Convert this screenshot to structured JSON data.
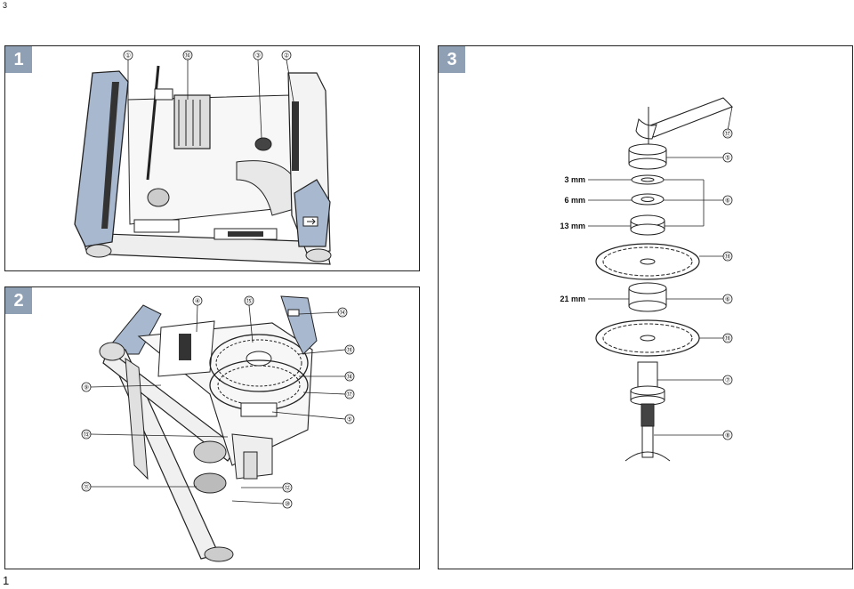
{
  "page": {
    "top_number": "3",
    "bottom_number": "1"
  },
  "figures": [
    {
      "badge": "1",
      "callouts": [
        "①",
        "⑯",
        "③",
        "②"
      ]
    },
    {
      "badge": "2",
      "callouts": [
        "④",
        "⑮",
        "⑭",
        "⑲",
        "⑱",
        "⑰",
        "⑨",
        "⑤",
        "⑬",
        "⑪",
        "⑫",
        "⑩"
      ]
    },
    {
      "badge": "3",
      "callouts": [
        "⑰",
        "⑤",
        "⑥",
        "⑲",
        "⑥",
        "⑲",
        "⑦",
        "⑧"
      ],
      "measurements": [
        "3 mm",
        "6 mm",
        "13 mm",
        "21 mm"
      ]
    }
  ],
  "colors": {
    "badge": "#8f9fb4",
    "accent_blue": "#a8b8cf",
    "line": "#222222"
  }
}
